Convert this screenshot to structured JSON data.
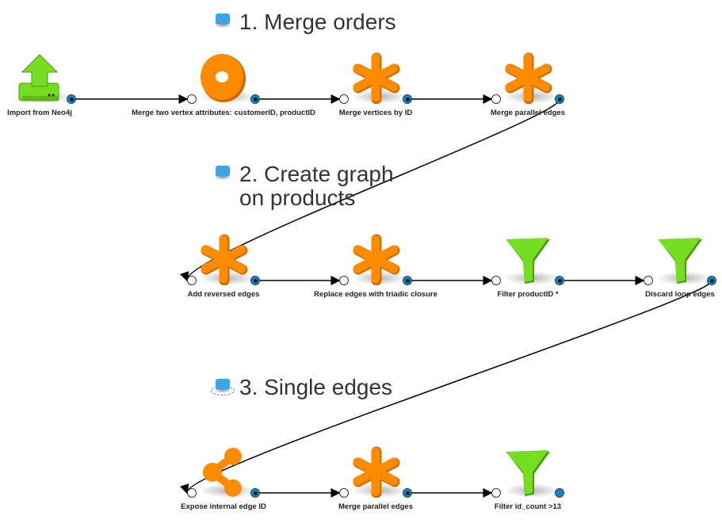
{
  "comments": [
    {
      "id": "c1",
      "text": "1. Merge orders",
      "selected": false
    },
    {
      "id": "c2",
      "text": "2. Create graph on products",
      "selected": false
    },
    {
      "id": "c3",
      "text": "3. Single edges",
      "selected": true
    }
  ],
  "boxes": [
    {
      "id": "b1",
      "label": "Import from Neo4j",
      "icon": "upload-icon",
      "color": "#76dd22"
    },
    {
      "id": "b2",
      "label": "Merge two vertex attributes: customerID, productID",
      "icon": "ring-icon",
      "color": "#ff8c00"
    },
    {
      "id": "b3",
      "label": "Merge vertices by ID",
      "icon": "asterisk-icon",
      "color": "#ff8c00"
    },
    {
      "id": "b4",
      "label": "Merge parallel edges",
      "icon": "asterisk-icon",
      "color": "#ff8c00"
    },
    {
      "id": "b5",
      "label": "Add reversed edges",
      "icon": "asterisk-icon",
      "color": "#ff8c00"
    },
    {
      "id": "b6",
      "label": "Replace edges with triadic closure",
      "icon": "asterisk-icon",
      "color": "#ff8c00"
    },
    {
      "id": "b7",
      "label": "Filter productID *",
      "icon": "filter-icon",
      "color": "#76dd22"
    },
    {
      "id": "b8",
      "label": "Discard loop edges",
      "icon": "filter-icon",
      "color": "#76dd22"
    },
    {
      "id": "b9",
      "label": "Expose internal edge ID",
      "icon": "share-icon",
      "color": "#ff8c00"
    },
    {
      "id": "b10",
      "label": "Merge parallel edges",
      "icon": "asterisk-icon",
      "color": "#ff8c00"
    },
    {
      "id": "b11",
      "label": "Filter id_count >13",
      "icon": "filter-icon",
      "color": "#76dd22"
    }
  ],
  "connections": [
    [
      "b1",
      "b2"
    ],
    [
      "b2",
      "b3"
    ],
    [
      "b3",
      "b4"
    ],
    [
      "b4",
      "b5"
    ],
    [
      "b5",
      "b6"
    ],
    [
      "b6",
      "b7"
    ],
    [
      "b7",
      "b8"
    ],
    [
      "b8",
      "b9"
    ],
    [
      "b9",
      "b10"
    ],
    [
      "b10",
      "b11"
    ]
  ]
}
